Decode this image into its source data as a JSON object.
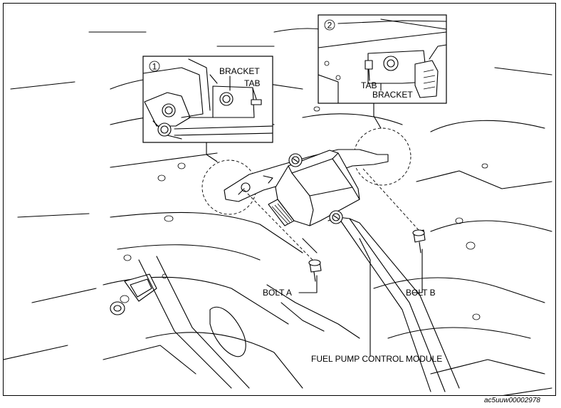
{
  "labels": {
    "inset1_number": "1",
    "inset2_number": "2",
    "bracket_1": "BRACKET",
    "tab_1": "TAB",
    "tab_2": "TAB",
    "bracket_2": "BRACKET",
    "bolt_a": "BOLT A",
    "bolt_b": "BOLT B",
    "fuel_pump_control_module": "FUEL PUMP CONTROL MODULE"
  },
  "figure_code": "ac5uuw00002978",
  "colors": {
    "line": "#000000",
    "background": "#ffffff",
    "shade": "#d9d9d9"
  }
}
